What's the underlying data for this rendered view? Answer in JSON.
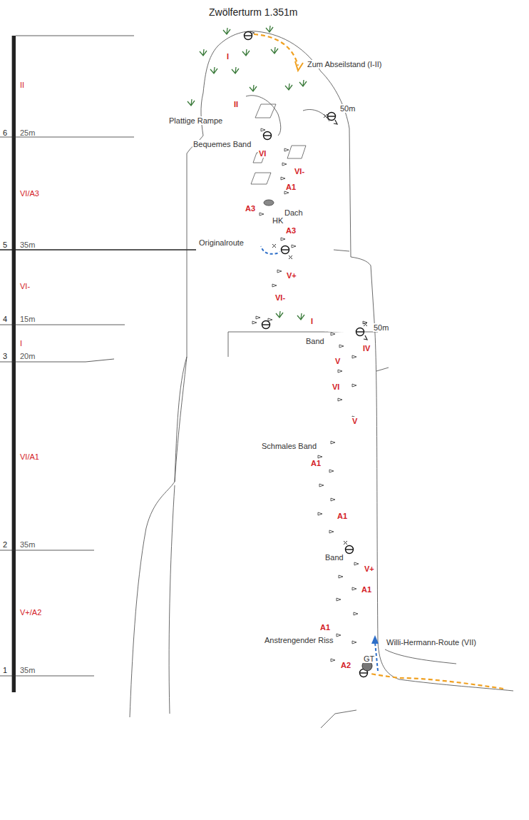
{
  "diagram": {
    "title": "Zwölferturm 1.351m",
    "labels": [
      "II",
      "6",
      "25m",
      "VI/A3",
      "5",
      "35m",
      "VI-",
      "4",
      "15m",
      "I",
      "3",
      "20m",
      "VI/A1",
      "2",
      "35m",
      "V+/A2",
      "1",
      "35m",
      "I",
      "Zum Abseilstand (I-II)",
      "II",
      "Plattige Rampe",
      "50m",
      "Bequemes Band",
      "VI",
      "VI-",
      "A1",
      "A3",
      "Dach",
      "HK",
      "A3",
      "Originalroute",
      "V+",
      "VI-",
      "I",
      "Band",
      "50m",
      "IV",
      "V",
      "VI",
      "V",
      "Schmales Band",
      "A1",
      "A1",
      "Band",
      "V+",
      "A1",
      "A1",
      "Anstrengender Riss",
      "GT",
      "A2",
      "Willi-Hermann-Route (VII)"
    ]
  }
}
